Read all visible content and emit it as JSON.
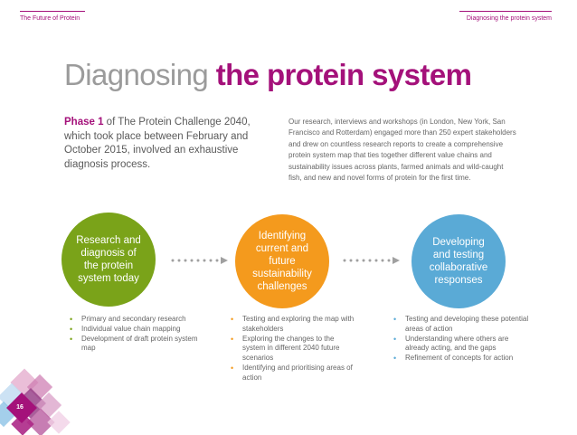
{
  "header": {
    "left": "The Future of Protein",
    "right": "Diagnosing the protein system"
  },
  "title": {
    "light": "Diagnosing",
    "bold": "the protein system"
  },
  "intro": {
    "lead": "Phase 1",
    "text": " of The Protein Challenge 2040, which took place between February and October 2015, involved an exhaustive diagnosis process."
  },
  "body": "Our research, interviews and workshops (in London, New York, San Francisco and Rotterdam) engaged more than 250 expert stakeholders and drew on countless research reports to create a comprehensive protein system map that ties together different value chains and sustainability issues across plants, farmed animals and wild-caught fish, and new and novel forms of protein for the first time.",
  "stages": [
    {
      "label": "Research and diagnosis of the protein system today",
      "color": "#7aa319",
      "bullets": [
        "Primary and secondary research",
        "Individual value chain mapping",
        "Development of draft protein system map"
      ]
    },
    {
      "label": "Identifying current and future sustainability challenges",
      "color": "#f49a1d",
      "bullets": [
        "Testing and exploring the map with stakeholders",
        "Exploring the changes to the system in different 2040 future scenarios",
        "Identifying and prioritising areas of action"
      ]
    },
    {
      "label": "Developing and testing collaborative responses",
      "color": "#5aaad6",
      "bullets": [
        "Testing and developing these potential areas of action",
        "Understanding where others are already acting, and the gaps",
        "Refinement of concepts for action"
      ]
    }
  ],
  "bullet_glyph": "•",
  "page_number": "16",
  "colors": {
    "accent": "#a4117a",
    "green": "#7aa319",
    "orange": "#f49a1d",
    "blue": "#5aaad6",
    "arrow": "#a0a0a0"
  }
}
